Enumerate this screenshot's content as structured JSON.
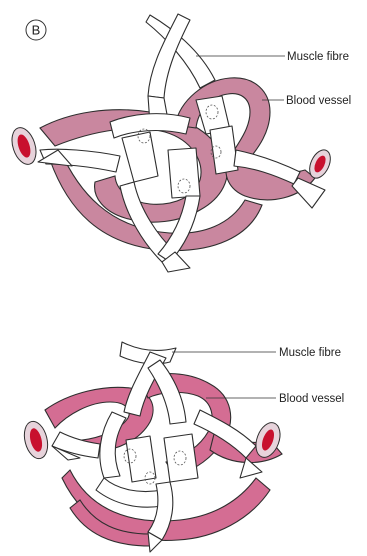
{
  "figure": {
    "panel_letter": "B",
    "top_diagram": {
      "labels": {
        "muscle_fibre": "Muscle fibre",
        "blood_vessel": "Blood vessel"
      }
    },
    "bottom_diagram": {
      "labels": {
        "muscle_fibre": "Muscle fibre",
        "blood_vessel": "Blood vessel"
      }
    },
    "colors": {
      "vessel_wall_top": "#c9879f",
      "vessel_wall_bottom": "#d46d93",
      "vessel_lumen": "#c8102e",
      "muscle_fibre": "#ffffff",
      "outline": "#2e2e2e"
    }
  }
}
